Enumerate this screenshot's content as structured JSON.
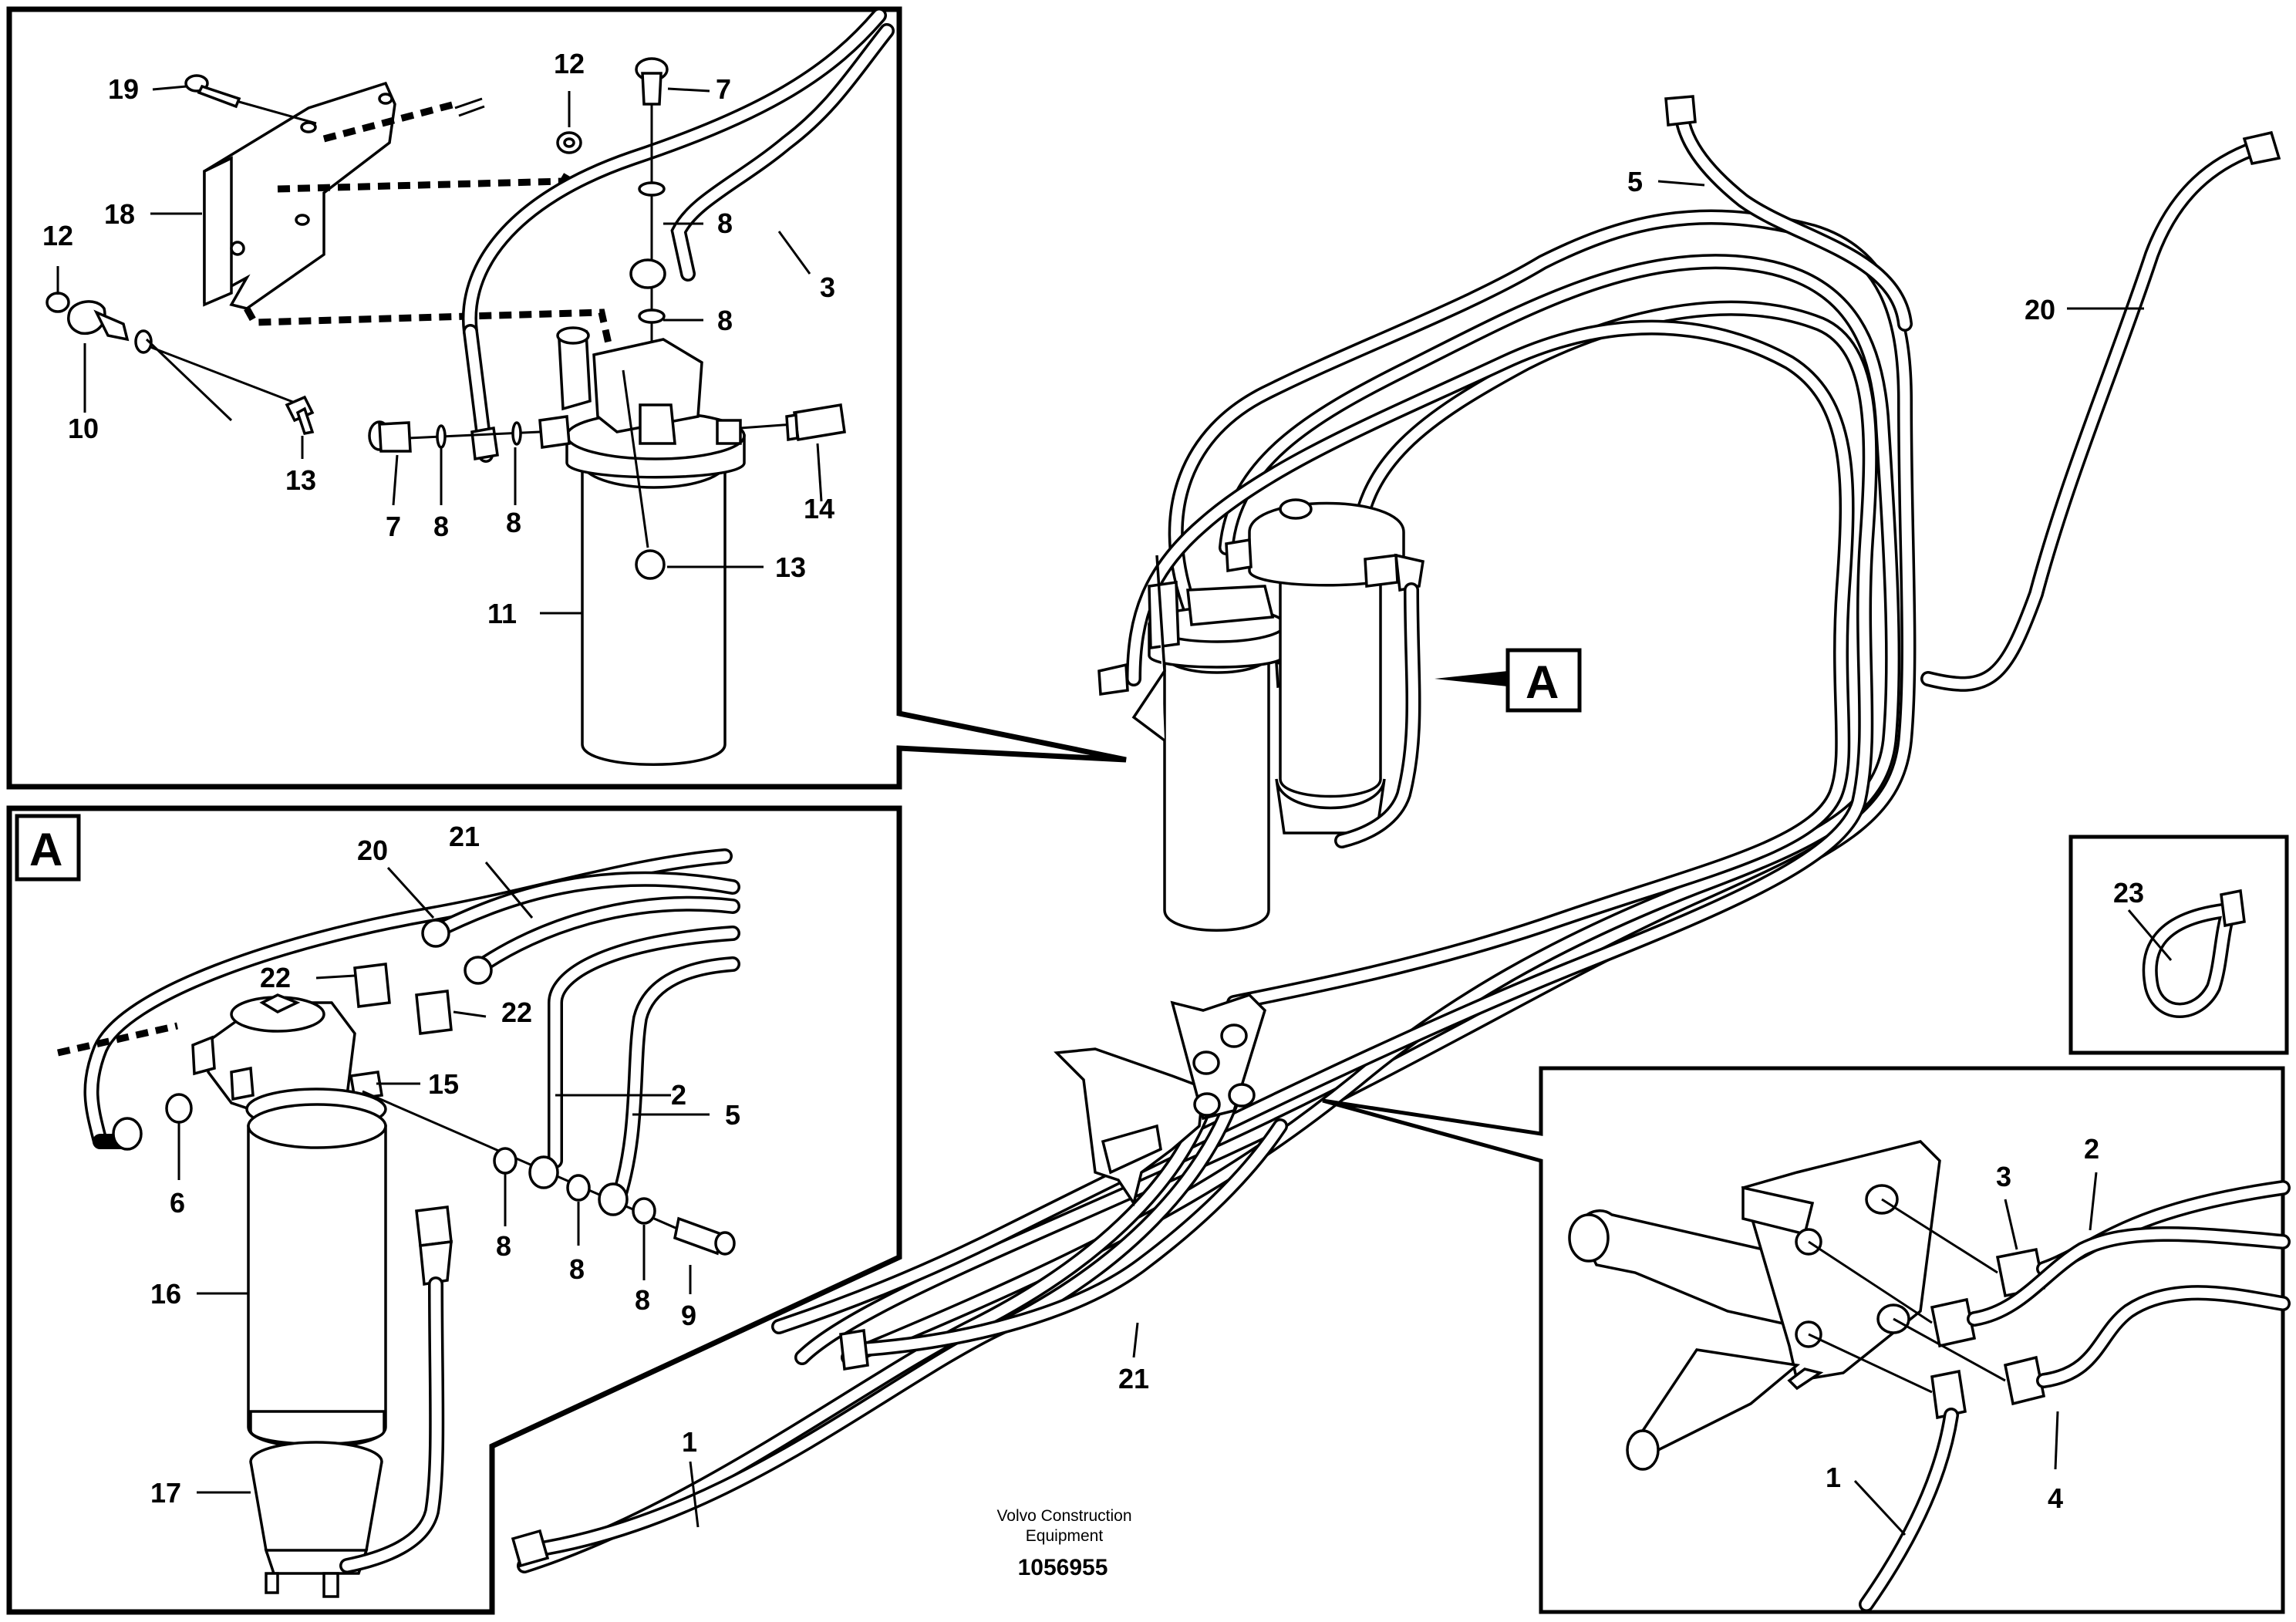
{
  "diagram": {
    "callouts": {
      "c19": "19",
      "c12a": "12",
      "c7a": "7",
      "c8a": "8",
      "c3": "3",
      "c8b": "8",
      "c18": "18",
      "c12b": "12",
      "c10": "10",
      "c13a": "13",
      "c7b": "7",
      "c8c": "8",
      "c8d": "8",
      "c14": "14",
      "c13b": "13",
      "c11": "11",
      "c20a": "20",
      "c21a": "21",
      "c22a": "22",
      "c22b": "22",
      "c15": "15",
      "c2a": "2",
      "c5a": "5",
      "c6": "6",
      "c8e": "8",
      "c8f": "8",
      "c8g": "8",
      "c9": "9",
      "c16": "16",
      "c17": "17",
      "c5b": "5",
      "c20b": "20",
      "c23": "23",
      "c21b": "21",
      "c1a": "1",
      "c3b": "3",
      "c2b": "2",
      "c1b": "1",
      "c4": "4"
    },
    "view_marker": "A",
    "detail_label": "A",
    "caption_line1": "Volvo Construction",
    "caption_line2": "Equipment",
    "drawing_number": "1056955"
  }
}
